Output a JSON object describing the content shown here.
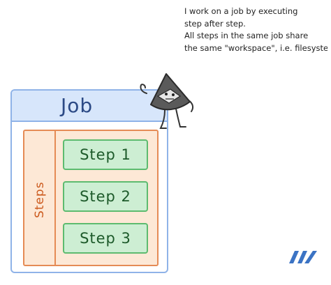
{
  "bubble": {
    "lines": [
      "I work on a job by executing",
      "step after step.",
      "All steps in the same job share",
      "the same \"workspace\", i.e. filesystem."
    ]
  },
  "job": {
    "title": "Job"
  },
  "steps": {
    "label": "Steps",
    "items": [
      {
        "label": "Step 1"
      },
      {
        "label": "Step 2"
      },
      {
        "label": "Step 3"
      }
    ]
  },
  "colors": {
    "job_border": "#8fb3e8",
    "job_header": "#d7e6fb",
    "steps_border": "#e58b55",
    "steps_fill": "#fde8d6",
    "step_border": "#5dbb6f",
    "step_fill": "#cdeed3",
    "mascot": "#555555",
    "logo": "#3b73c4"
  },
  "icons": {
    "mascot": "triangle-robot-mascot-icon",
    "logo": "brand-logo-icon"
  }
}
